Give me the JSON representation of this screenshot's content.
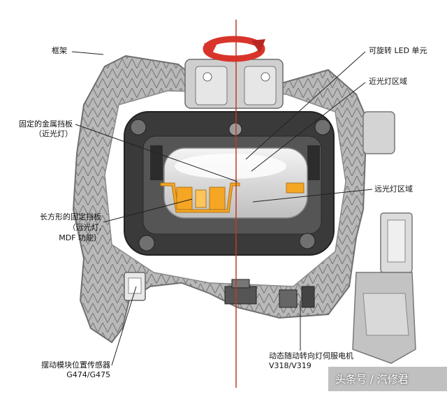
{
  "labels": {
    "frame": "框架",
    "rotatable_led": "可旋转 LED 单元",
    "low_beam_area": "近光灯区域",
    "fixed_shield_line1": "固定的金属挡板",
    "fixed_shield_line2": "（近光灯）",
    "high_beam_area": "远光灯区域",
    "rect_shield_line1": "长方形的固定挡板",
    "rect_shield_line2": "（远光灯,",
    "rect_shield_line3": "MDF 功能）",
    "sensor_line1": "摆动模块位置传感器",
    "sensor_line2": "G474/G475",
    "motor_line1": "动态随动转向灯伺服电机",
    "motor_line2": "V318/V319"
  },
  "watermark": "头条号 / 汽修君",
  "colors": {
    "frame_gray": "#9a9a9a",
    "frame_light": "#c9c9c9",
    "housing_dark": "#3a3a3a",
    "shield_orange": "#f5a623",
    "axis_red": "#c0392b",
    "arrow_red": "#d9342b"
  }
}
